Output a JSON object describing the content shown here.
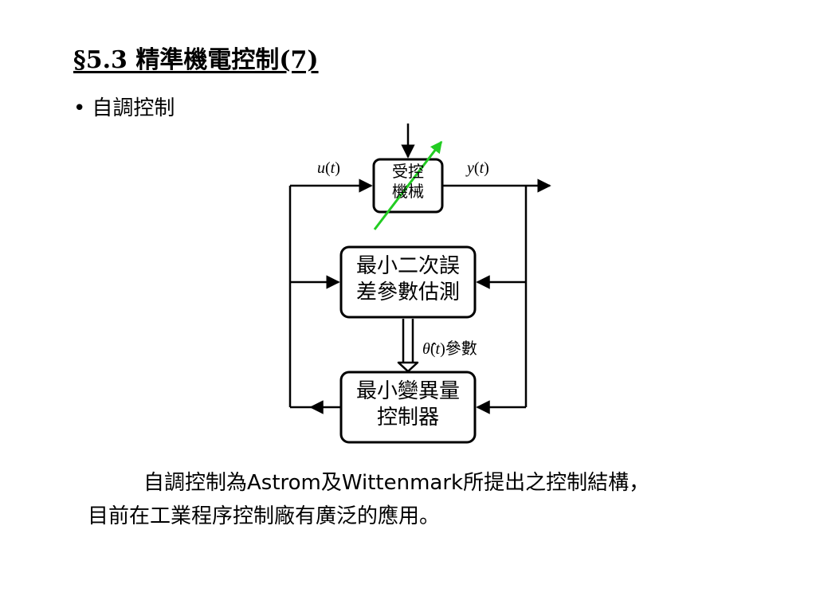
{
  "title": "§5.3 精準機電控制(7)",
  "bullet": {
    "marker": "•",
    "text": "自調控制"
  },
  "diagram": {
    "plant": {
      "line1": "受控",
      "line2": "機械"
    },
    "estimator": {
      "line1": "最小二次誤",
      "line2": "差參數估測"
    },
    "controller": {
      "line1": "最小變異量",
      "line2": "控制器"
    },
    "input_label": {
      "var": "u",
      "arg": "t"
    },
    "output_label": {
      "var": "y",
      "arg": "t"
    },
    "param_label": {
      "var": "θ̂",
      "arg": "t",
      "text": "參數"
    },
    "tuning_arrow_color": "#22cc22"
  },
  "paragraph": {
    "line1": "自調控制為Astrom及Wittenmark所提出之控制結構，",
    "line2": "目前在工業程序控制廠有廣泛的應用。"
  }
}
